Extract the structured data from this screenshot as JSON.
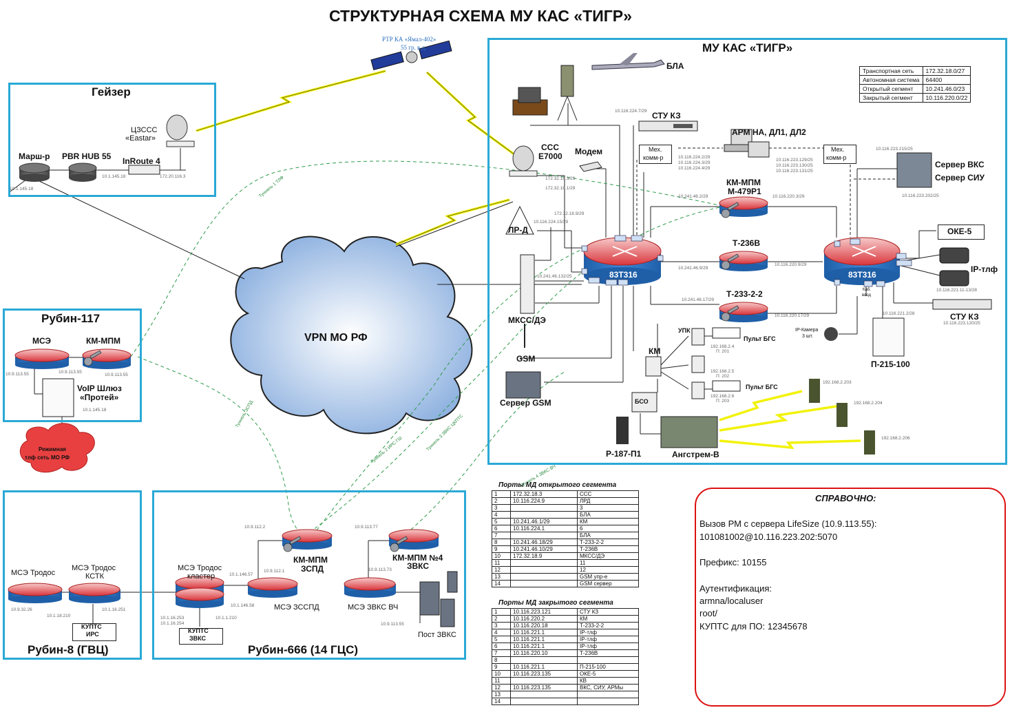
{
  "title": "СТРУКТУРНАЯ СХЕМА МУ КАС «ТИГР»",
  "satellite": {
    "label1": "РТР КА «Ямал-402»",
    "label2": "55 гр. в.д."
  },
  "geyser": {
    "title": "Гейзер",
    "marsh": "Марш-р",
    "pbr": "PBR HUB 55",
    "inroute": "InRoute 4",
    "czsss1": "ЦЗССС",
    "czsss2": "«Eastar»",
    "ip_left": "10.1.145.18",
    "ip_mid": "10.1.145.18",
    "ip_right": "172.20.116.3"
  },
  "rubin117": {
    "title": "Рубин-117",
    "mse": "МСЭ",
    "kmmpm": "КМ-МПМ",
    "voip1": "VoIP Шлюз",
    "voip2": "«Протей»",
    "ip1": "10.9.113.55",
    "ip2": "10.9.113.55",
    "ip3": "10.9.113.55",
    "ip4": "10.1.145.18",
    "tlf1": "Режимная",
    "tlf2": "тлф сеть МО РФ"
  },
  "cloud": "VPN МО РФ",
  "tunnels": {
    "t1": "Туннель 1 ТЛФ",
    "t2": "Туннель ЗСПД",
    "t3": "Туннель 2 ИРС ГШ",
    "t4": "Туннель 3 ЗВКС ЦКПТС",
    "t5": "Туннель 4 ЗВКС ВЧ"
  },
  "mu": {
    "title": "МУ КАС «ТИГР»",
    "bla": "БЛА",
    "stu_kz": "СТУ КЗ",
    "stu_ip": "10.116.224.7/29",
    "arm": "АРМ НА, ДЛ1, ДЛ2",
    "arm_ips_left": [
      "10.116.224.2/29",
      "10.116.224.3/29",
      "10.116.224.4/29"
    ],
    "arm_ips_right": [
      "10.116.223.129/25",
      "10.116.223.130/25",
      "10.116.223.131/25"
    ],
    "mex1": "Мех.",
    "mex2": "комм-р",
    "sss": "ССС",
    "e7000": "Е7000",
    "modem": "Модем",
    "lrd": "ЛР-Д",
    "mkss": "МКСС/ДЭ",
    "gsm": "GSM",
    "gsm_server": "Сервер GSM",
    "router_main": "83Т316",
    "router_right": "83Т316",
    "kmmpm1": "КМ-МПМ",
    "kmmpm2": "М-479Р1",
    "t236": "Т-236В",
    "t233": "Т-233-2-2",
    "server_vks": "Сервер ВКС",
    "server_siu": "Сервер СИУ",
    "oke": "ОКЕ-5",
    "ip_tlf": "IP-тлф",
    "stu_kz2": "СТУ КЗ",
    "p215": "П-215-100",
    "ip_camera1": "IP-Камера",
    "ip_camera2": "3 шт.",
    "kab1": "Каб.",
    "kab2": "ввод",
    "upk": "УПК",
    "km": "КМ",
    "pult1": "Пульт БГС",
    "pult2": "Пульт БГС",
    "bso": "БСО",
    "r187": "Р-187-П1",
    "angstrem": "Ангстрем-В",
    "ips": {
      "sss1": "172.32.18.3/29",
      "sss2": "172.32.18.1/29",
      "lrd1": "172.32.18.9/29",
      "lrd2": "10.116.224.15/29",
      "mkss": "10.241.46.132/25",
      "km1": "10.241.46.2/29",
      "km2": "10.116.220.3/29",
      "t236a": "10.241.46.9/29",
      "t236b": "10.116.220.9/29",
      "t233a": "10.241.46.17/29",
      "t233b": "10.116.220.17/29",
      "vks_top": "10.116.223.215/25",
      "vks_bot": "10.116.223.202/25",
      "iptlf": "10.116.221.11-13/28",
      "stu2a": "10.116.221.2/28",
      "stu2b": "10.116.223.120/25",
      "bgs1": "192.168.2.4",
      "bgs1b": "П: 201",
      "bgs2": "192.168.2.5",
      "bgs2b": "П: 202",
      "bgs3": "192.168.2.6",
      "bgs3b": "П: 203",
      "r1": "192.168.2.203",
      "r2": "192.168.2.204",
      "r3": "192.168.2.206"
    }
  },
  "info_table": [
    [
      "Транспортная сеть",
      "172.32.18.0/27"
    ],
    [
      "Автономная система",
      "64400"
    ],
    [
      "Открытый сегмент",
      "10.241.46.0/23"
    ],
    [
      "Закрытый сегмент",
      "10.116.220.0/22"
    ]
  ],
  "open_ports_title": "Порты МД открытого сегмента",
  "open_ports": [
    [
      "1",
      "172.32.18.3",
      "ССС"
    ],
    [
      "2",
      "10.116.224.9",
      "ЛРД"
    ],
    [
      "3",
      "",
      "3"
    ],
    [
      "4",
      "",
      "БЛА"
    ],
    [
      "5",
      "10.241.46.1/29",
      "КМ"
    ],
    [
      "6",
      "10.116.224.1",
      "6"
    ],
    [
      "7",
      "",
      "БЛА"
    ],
    [
      "8",
      "10.241.46.18/29",
      "Т-233-2-2"
    ],
    [
      "9",
      "10.241.46.10/29",
      "Т-236В"
    ],
    [
      "10",
      "172.32.18.9",
      "МКСС/ДЭ"
    ],
    [
      "11",
      "",
      "11"
    ],
    [
      "12",
      "",
      "12"
    ],
    [
      "13",
      "",
      "GSM упр-е"
    ],
    [
      "14",
      "",
      "GSM сервер"
    ]
  ],
  "closed_ports_title": "Порты МД закрытого сегмента",
  "closed_ports": [
    [
      "1",
      "10.116.223.121",
      "СТУ КЗ"
    ],
    [
      "2",
      "10.116.220.2",
      "КМ"
    ],
    [
      "3",
      "10.116.220.18",
      "Т-233-2-2"
    ],
    [
      "4",
      "10.116.221.1",
      "IP-тлф"
    ],
    [
      "5",
      "10.116.221.1",
      "IP-тлф"
    ],
    [
      "6",
      "10.116.221.1",
      "IP-тлф"
    ],
    [
      "7",
      "10.116.220.10",
      "Т-236В"
    ],
    [
      "8",
      "",
      ""
    ],
    [
      "9",
      "10.116.221.1",
      "П-215-100"
    ],
    [
      "10",
      "10.116.223.135",
      "ОКЕ-5"
    ],
    [
      "11",
      "",
      "КВ"
    ],
    [
      "12",
      "10.116.223.135",
      "ВКС, СИУ, АРМы"
    ],
    [
      "13",
      "",
      ""
    ],
    [
      "14",
      "",
      ""
    ]
  ],
  "rubin8": {
    "title": "Рубин-8 (ГВЦ)",
    "mse_trodos": "МСЭ Тродос",
    "mse_kstk1": "МСЭ Тродос",
    "mse_kstk2": "КСТК",
    "kupts1": "КУПТС",
    "kupts2": "ИРС",
    "ip1": "10.9.32.26",
    "ip2": "10.1.18.210",
    "ip3": "10.1.16.251"
  },
  "rubin666": {
    "title": "Рубин-666 (14 ГЦС)",
    "cluster1": "МСЭ Тродос",
    "cluster2": "кластер",
    "kupts1": "КУПТС",
    "kupts2": "ЗВКС",
    "kmzspd1": "КМ-МПМ",
    "kmzspd2": "ЗСПД",
    "mse_zspd": "МСЭ ЗССПД",
    "km4a": "КМ-МПМ №4",
    "km4b": "ЗВКС",
    "mse_zvks": "МСЭ ЗВКС ВЧ",
    "post": "Пост ЗВКС",
    "ips": {
      "a": "10.9.112.2",
      "b": "10.1.146.57",
      "c": "10.9.112.1",
      "d": "10.1.16.253",
      "e": "10.1.16.254",
      "f": "10.1.146.58",
      "g": "10.1.1.210",
      "h": "10.9.113.77",
      "i": "10.9.113.73",
      "j": "10.9.113.55"
    }
  },
  "reference": {
    "title": "СПРАВОЧНО:",
    "lines": [
      "Вызов РМ с сервера LifeSize (10.9.113.55):",
      "101081002@10.116.223.202:5070",
      "",
      "Префикс: 10155",
      "",
      "Аутентификация:",
      "armna/localuser",
      "root/",
      "КУПТС для ПО: 12345678"
    ]
  },
  "colors": {
    "box_border": "#29a9d6",
    "router_red": "#d9363c",
    "router_blue": "#2a6fbf",
    "tunnel_green": "#2e9a4a",
    "lightning": "#f2f20a",
    "note_border": "#dd1111"
  }
}
